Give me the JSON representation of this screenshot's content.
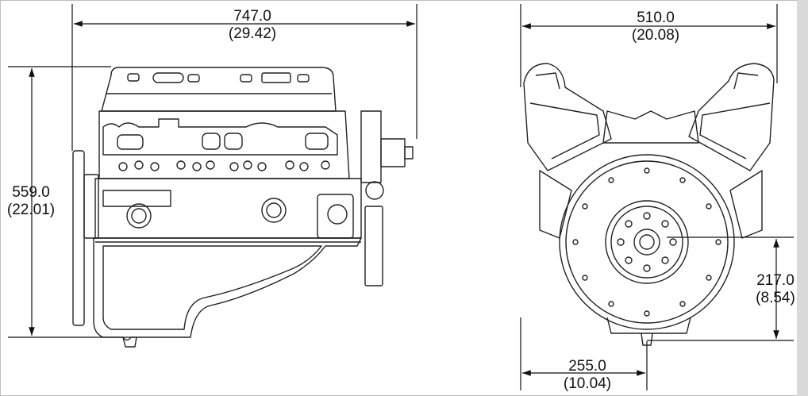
{
  "dimensions": {
    "side_length": {
      "mm": "747.0",
      "in": "(29.42)"
    },
    "side_height": {
      "mm": "559.0",
      "in": "(22.01)"
    },
    "front_width": {
      "mm": "510.0",
      "in": "(20.08)"
    },
    "front_crank_height": {
      "mm": "217.0",
      "in": "(8.54)"
    },
    "front_crank_offset": {
      "mm": "255.0",
      "in": "(10.04)"
    }
  },
  "colors": {
    "line": "#222222",
    "background": "#ffffff",
    "frame": "#bdbdbd"
  },
  "views": [
    "engine-side-view",
    "engine-front-view"
  ]
}
